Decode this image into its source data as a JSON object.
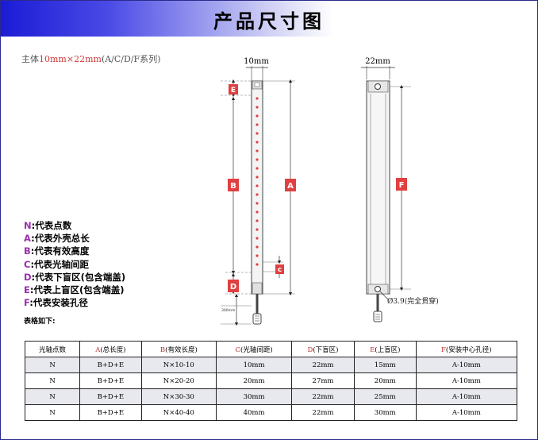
{
  "header": {
    "title": "产品尺寸图"
  },
  "main_label": {
    "prefix": "主体",
    "size": "10mm×22mm",
    "suffix": "(A/C/D/F系列)"
  },
  "front_view": {
    "width_label": "10mm",
    "markers": {
      "E": "E",
      "B": "B",
      "A": "A",
      "C": "c",
      "D": "D"
    },
    "cable_label": "300mm"
  },
  "side_view": {
    "width_label": "22mm",
    "marker_F": "F",
    "hole_label": "Ø3.9(完全贯穿)"
  },
  "legend": [
    {
      "key": "N",
      "text": ":代表点数"
    },
    {
      "key": "A",
      "text": ":代表外壳总长"
    },
    {
      "key": "B",
      "text": ":代表有效高度"
    },
    {
      "key": "C",
      "text": ":代表光轴间距"
    },
    {
      "key": "D",
      "text": ":代表下盲区(包含端盖)"
    },
    {
      "key": "E",
      "text": ":代表上盲区(包含端盖)"
    },
    {
      "key": "F",
      "text": ":代表安装孔径"
    }
  ],
  "table_caption": "表格如下:",
  "table": {
    "headers": [
      {
        "key": "",
        "text": "光轴点数"
      },
      {
        "key": "A",
        "text": "(总长度)"
      },
      {
        "key": "B",
        "text": "(有效长度)"
      },
      {
        "key": "C",
        "text": "(光轴间距)"
      },
      {
        "key": "D",
        "text": "(下盲区)"
      },
      {
        "key": "E",
        "text": "(上盲区)"
      },
      {
        "key": "F",
        "text": "(安装中心孔径)"
      }
    ],
    "rows": [
      [
        "N",
        "B+D+E",
        "N×10-10",
        "10mm",
        "22mm",
        "15mm",
        "A-10mm"
      ],
      [
        "N",
        "B+D+E",
        "N×20-20",
        "20mm",
        "27mm",
        "20mm",
        "A-10mm"
      ],
      [
        "N",
        "B+D+E",
        "N×30-30",
        "30mm",
        "22mm",
        "25mm",
        "A-10mm"
      ],
      [
        "N",
        "B+D+E",
        "N×40-40",
        "40mm",
        "22mm",
        "30mm",
        "A-10mm"
      ]
    ]
  },
  "colors": {
    "header_blue": "#1b1bd6",
    "marker_red": "#e04040",
    "legend_purple": "#9a2fae",
    "row_shade": "#e8e9ee"
  }
}
